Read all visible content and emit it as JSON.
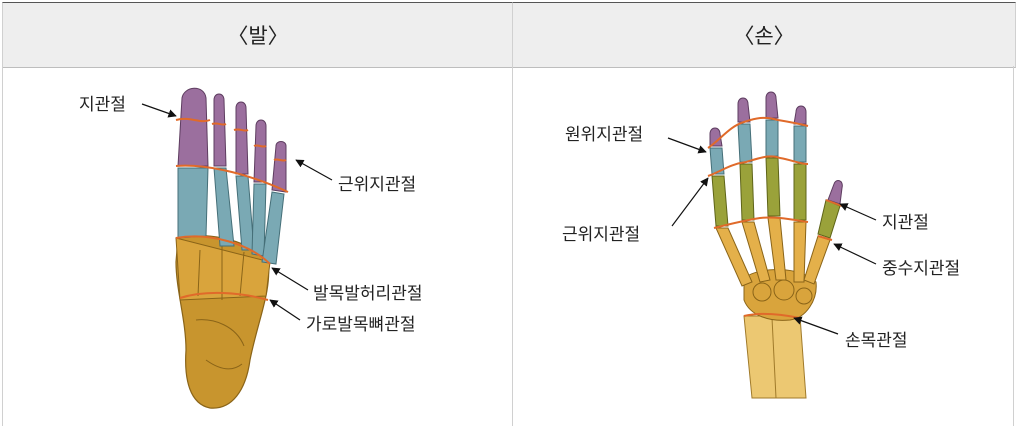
{
  "headers": {
    "foot": "〈발〉",
    "hand": "〈손〉"
  },
  "foot_labels": {
    "interphalangeal": "지관절",
    "proximal_interphalangeal": "근위지관절",
    "tarsometatarsal": "발목발허리관절",
    "transverse_tarsal": "가로발목뼈관절"
  },
  "hand_labels": {
    "distal_interphalangeal": "원위지관절",
    "proximal_interphalangeal": "근위지관절",
    "interphalangeal": "지관절",
    "metacarpophalangeal": "중수지관절",
    "wrist": "손목관절"
  },
  "colors": {
    "distal_phalanx": "#9b6f9e",
    "middle_phalanx": "#7aa9b4",
    "proximal_phalanx": "#9aa23a",
    "metapodial": "#d9a43c",
    "tarsal": "#c8952e",
    "joint_line": "#e06a2a"
  }
}
